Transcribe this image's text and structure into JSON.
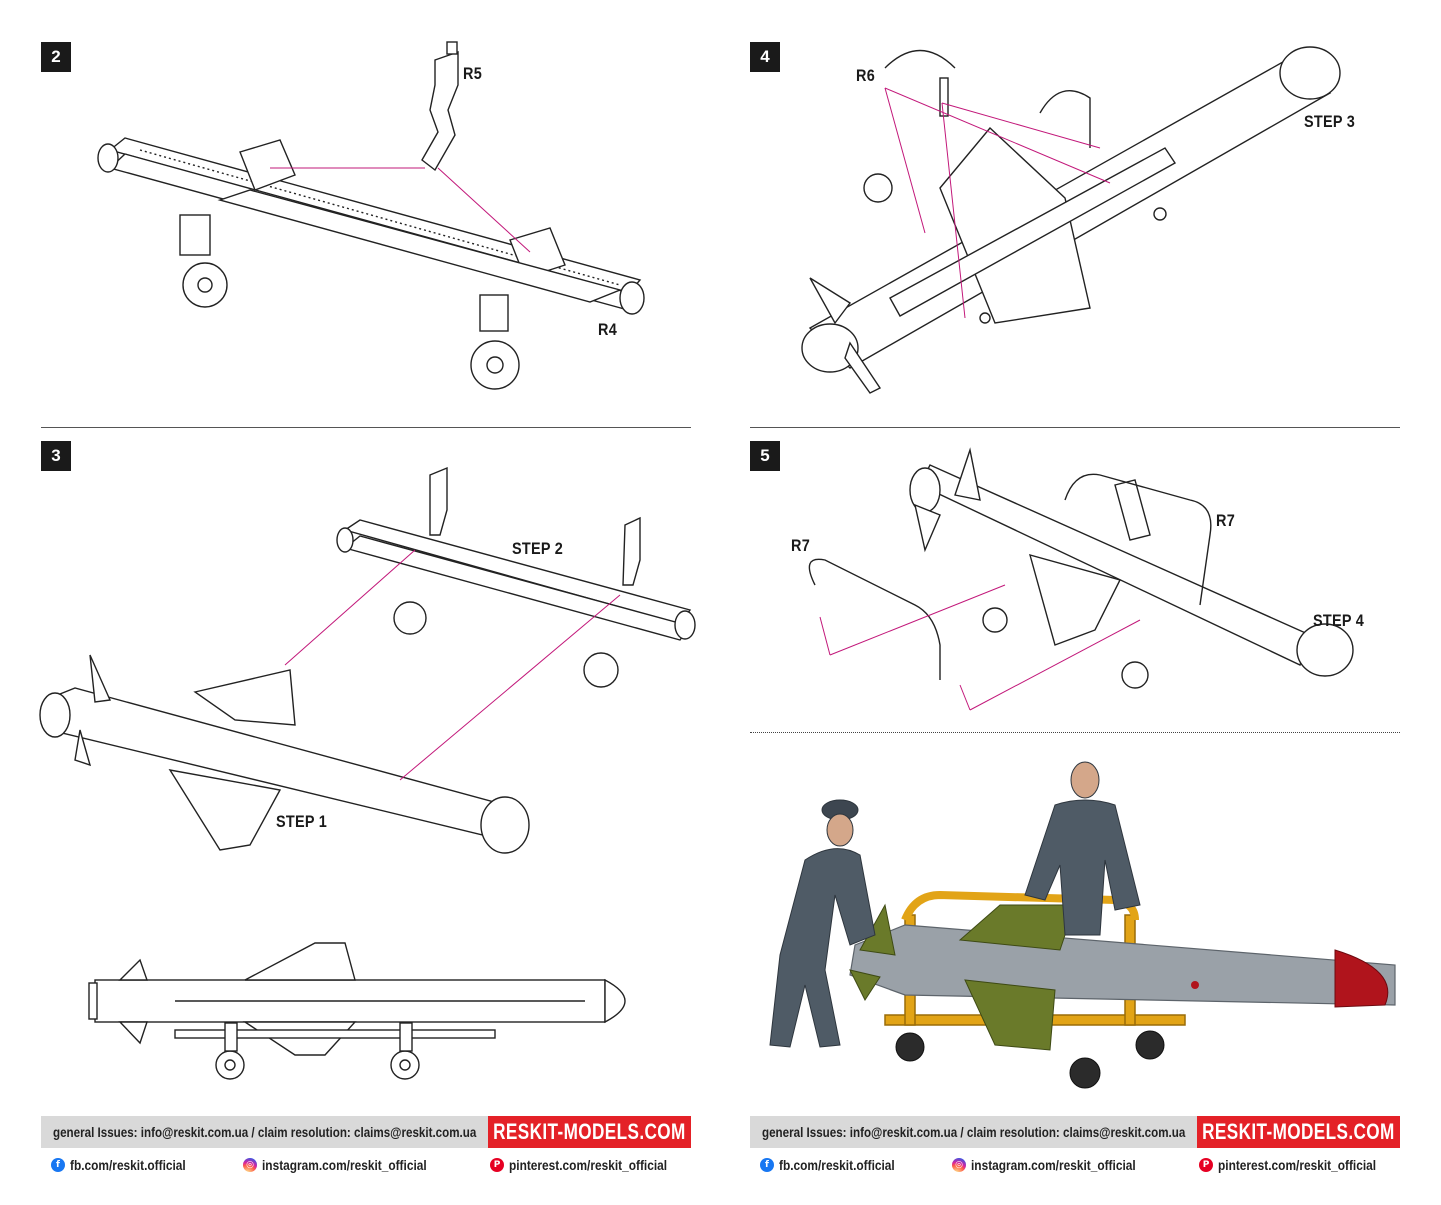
{
  "steps": {
    "s2": {
      "number": "2"
    },
    "s3": {
      "number": "3"
    },
    "s4": {
      "number": "4"
    },
    "s5": {
      "number": "5"
    }
  },
  "callouts": {
    "r5": "R5",
    "r4": "R4",
    "r6": "R6",
    "r7a": "R7",
    "r7b": "R7",
    "step1": "STEP 1",
    "step2": "STEP 2",
    "step3": "STEP 3",
    "step4": "STEP 4"
  },
  "footer": {
    "contact": "general Issues: info@reskit.com.ua / claim resolution: claims@reskit.com.ua",
    "brand": "RESKIT-MODELS.COM",
    "facebook": "fb.com/reskit.official",
    "instagram": "instagram.com/reskit_official",
    "pinterest": "pinterest.com/reskit_official"
  },
  "icons": {
    "facebook": "facebook-icon",
    "instagram": "instagram-icon",
    "pinterest": "pinterest-icon"
  },
  "colors": {
    "brand_red": "#e42127",
    "leader_line": "#c2187a",
    "footer_gray": "#d9d9d9",
    "trolley_yellow": "#e2a417",
    "missile_gray": "#9aa1a8",
    "missile_nose_red": "#b0141c",
    "fin_green": "#6a7a2a",
    "uniform_gray": "#4f5b66"
  }
}
